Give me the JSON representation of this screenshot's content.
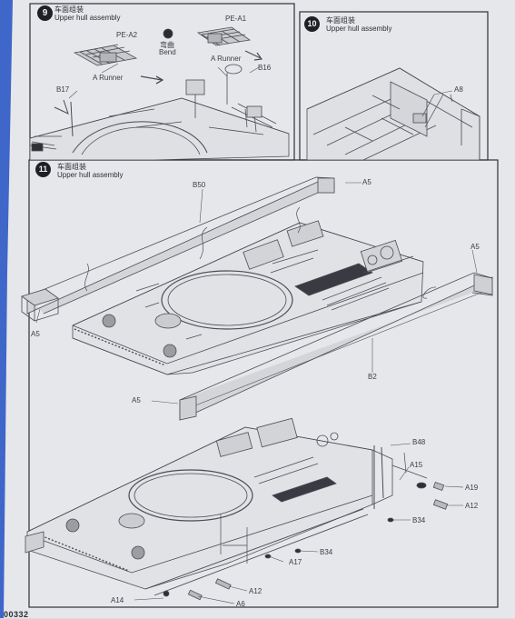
{
  "steps": [
    {
      "number": "9",
      "title_cn": "车面组装",
      "title_en": "Upper hull assembly"
    },
    {
      "number": "10",
      "title_cn": "车面组装",
      "title_en": "Upper hull assembly"
    },
    {
      "number": "11",
      "title_cn": "车面组装",
      "title_en": "Upper hull assembly"
    }
  ],
  "step9_labels": {
    "pe_a2": "PE-A2",
    "pe_a1": "PE-A1",
    "bend_cn": "弯曲",
    "bend_en": "Bend",
    "a_runner_left": "A Runner",
    "a_runner_right": "A Runner",
    "b16": "B16",
    "b17": "B17"
  },
  "step10_labels": {
    "a8": "A8"
  },
  "step11_labels": {
    "b50": "B50",
    "a5_top_right": "A5",
    "a5_right": "A5",
    "a5_left": "A5",
    "b2": "B2",
    "a5_bottom": "A5",
    "b48": "B48",
    "a15": "A15",
    "a19": "A19",
    "a12_right": "A12",
    "b34_right": "B34",
    "b34_mid": "B34",
    "a17": "A17",
    "a12_bottom": "A12",
    "a14": "A14",
    "a6": "A6"
  },
  "page_number": "00332",
  "colors": {
    "paper": "#e6e7ea",
    "ink": "#3a3c44",
    "frame": "#2e3038",
    "edge_blue": "#3f66c9"
  }
}
